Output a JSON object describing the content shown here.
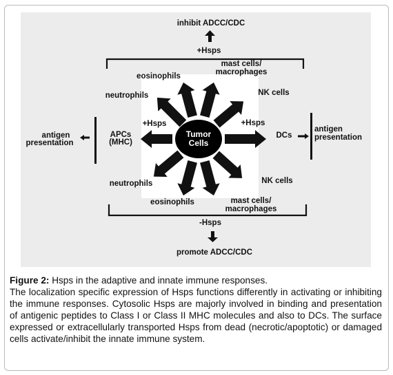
{
  "diagram": {
    "top_label": "inhibit ADCC/CDC",
    "top_hsps": "+Hsps",
    "bottom_hsps": "-Hsps",
    "bottom_label": "promote ADCC/CDC",
    "center_line1": "Tumor",
    "center_line2": "Cells",
    "left_hsps": "+Hsps",
    "right_hsps": "+Hsps",
    "apcs_line1": "APCs",
    "apcs_line2": "(MHC)",
    "dcs": "DCs",
    "left_antigen_line1": "antigen",
    "left_antigen_line2": "presentation",
    "right_antigen_line1": "antigen",
    "right_antigen_line2": "presentation",
    "top_eosinophils": "eosinophils",
    "top_mast_line1": "mast cells/",
    "top_mast_line2": "macrophages",
    "top_neutrophils": "neutrophils",
    "top_nk": "NK cells",
    "bottom_neutrophils": "neutrophils",
    "bottom_nk": "NK cells",
    "bottom_eosinophils": "eosinophils",
    "bottom_mast_line1": "mast cells/",
    "bottom_mast_line2": "macrophages"
  },
  "caption": {
    "label": "Figure 2:",
    "title": "Hsps in the adaptive and innate immune responses.",
    "body": "The localization specific expression of Hsps functions differently in activating or inhibiting the immune responses. Cytosolic Hsps are majorly involved in binding and presentation of antigenic peptides to Class I or Class II MHC molecules and also to DCs. The surface expressed or extracellularly transported Hsps from dead (necrotic/apoptotic) or damaged cells activate/inhibit the innate immune system."
  }
}
